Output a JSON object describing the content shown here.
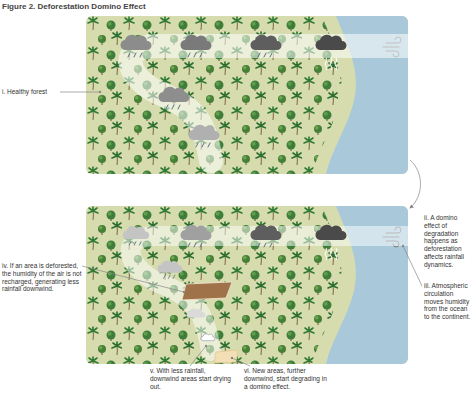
{
  "diagram": {
    "title": "Figure 2. Deforestation Domino Effect",
    "labels": [
      "i. Healthy forest",
      "ii. A domino effect of degradation happens as deforestation affects rainfall dynamics.",
      "iii. Atmospheric circulation moves humidity from the ocean to the continent.",
      "iv. If an area is deforested, the humidity of the air is not recharged, generating less rainfall downwind.",
      "v. With less rainfall, downwind areas start drying out.",
      "vi. New areas, further downwind, start degrading in a domino effect."
    ]
  }
}
